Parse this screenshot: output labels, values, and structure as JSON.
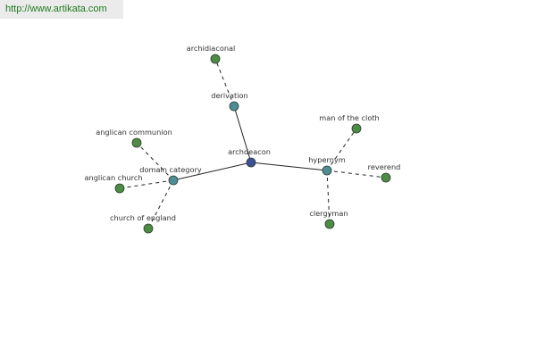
{
  "header": {
    "url": "http://www.artikata.com"
  },
  "colors": {
    "center": "#3b4f9a",
    "relation": "#4f8d95",
    "leaf": "#4c8c45",
    "node_stroke": "#2e3a2e",
    "edge": "#222222",
    "url_bg": "#ebebeb",
    "url_text": "#1e7a1e"
  },
  "graph": {
    "center": {
      "id": "archdeacon",
      "label": "archdeacon"
    },
    "relations": [
      {
        "id": "derivation",
        "label": "derivation"
      },
      {
        "id": "domain-category",
        "label": "domain category"
      },
      {
        "id": "hypernym",
        "label": "hypernym"
      }
    ],
    "leaves": [
      {
        "id": "archidiaconal",
        "label": "archidiaconal",
        "relation": "derivation"
      },
      {
        "id": "anglican-communion",
        "label": "anglican communion",
        "relation": "domain-category"
      },
      {
        "id": "anglican-church",
        "label": "anglican church",
        "relation": "domain-category"
      },
      {
        "id": "church-of-england",
        "label": "church of england",
        "relation": "domain-category"
      },
      {
        "id": "man-of-the-cloth",
        "label": "man of the cloth",
        "relation": "hypernym"
      },
      {
        "id": "reverend",
        "label": "reverend",
        "relation": "hypernym"
      },
      {
        "id": "clergyman",
        "label": "clergyman",
        "relation": "hypernym"
      }
    ]
  }
}
